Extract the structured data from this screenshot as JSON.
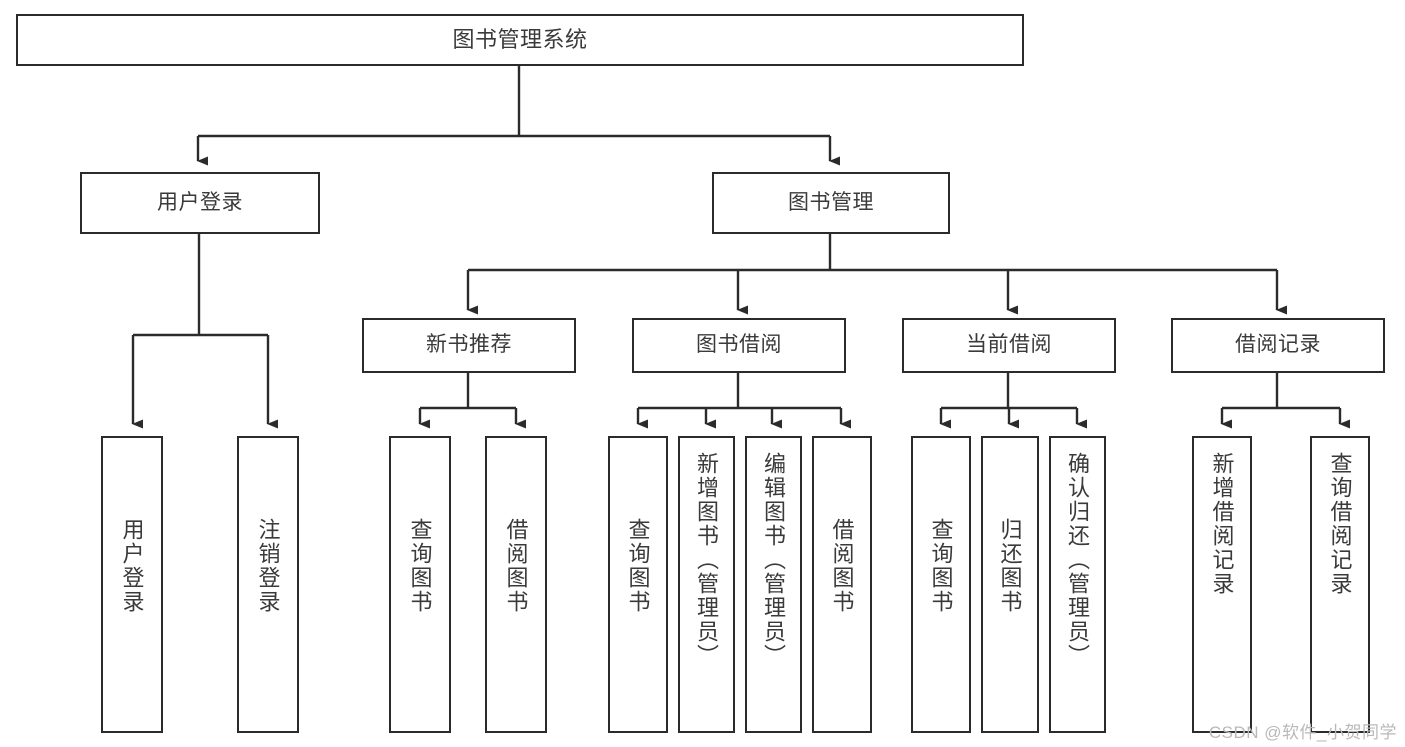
{
  "diagram": {
    "title": "图书管理系统",
    "type": "tree-hierarchy-diagram",
    "watermark": "CSDN @软件_小贺同学",
    "colors": {
      "border": "#2b2b2b",
      "text": "#3a3a3a",
      "background": "#ffffff",
      "watermark": "#b9b9b9"
    },
    "nodes": {
      "root": {
        "label": "图书管理系统"
      },
      "level2": [
        {
          "id": "user-login",
          "label": "用户登录"
        },
        {
          "id": "book-manage",
          "label": "图书管理"
        }
      ],
      "level3": [
        {
          "id": "new-book-recommend",
          "label": "新书推荐"
        },
        {
          "id": "book-borrow",
          "label": "图书借阅"
        },
        {
          "id": "current-borrow",
          "label": "当前借阅"
        },
        {
          "id": "borrow-record",
          "label": "借阅记录"
        }
      ],
      "leaves": {
        "user_login": [
          {
            "id": "leaf-user-login",
            "label": "用户登录"
          },
          {
            "id": "leaf-logout",
            "label": "注销登录"
          }
        ],
        "new_book_recommend": [
          {
            "id": "leaf-query-book-1",
            "label": "查询图书"
          },
          {
            "id": "leaf-borrow-book-1",
            "label": "借阅图书"
          }
        ],
        "book_borrow": [
          {
            "id": "leaf-query-book-2",
            "label": "查询图书"
          },
          {
            "id": "leaf-add-book",
            "label": "新增图书（管理员）"
          },
          {
            "id": "leaf-edit-book",
            "label": "编辑图书（管理员）"
          },
          {
            "id": "leaf-borrow-book-2",
            "label": "借阅图书"
          }
        ],
        "current_borrow": [
          {
            "id": "leaf-query-book-3",
            "label": "查询图书"
          },
          {
            "id": "leaf-return-book",
            "label": "归还图书"
          },
          {
            "id": "leaf-confirm-return",
            "label": "确认归还（管理员）"
          }
        ],
        "borrow_record": [
          {
            "id": "leaf-add-record",
            "label": "新增借阅记录"
          },
          {
            "id": "leaf-query-record",
            "label": "查询借阅记录"
          }
        ]
      }
    }
  }
}
